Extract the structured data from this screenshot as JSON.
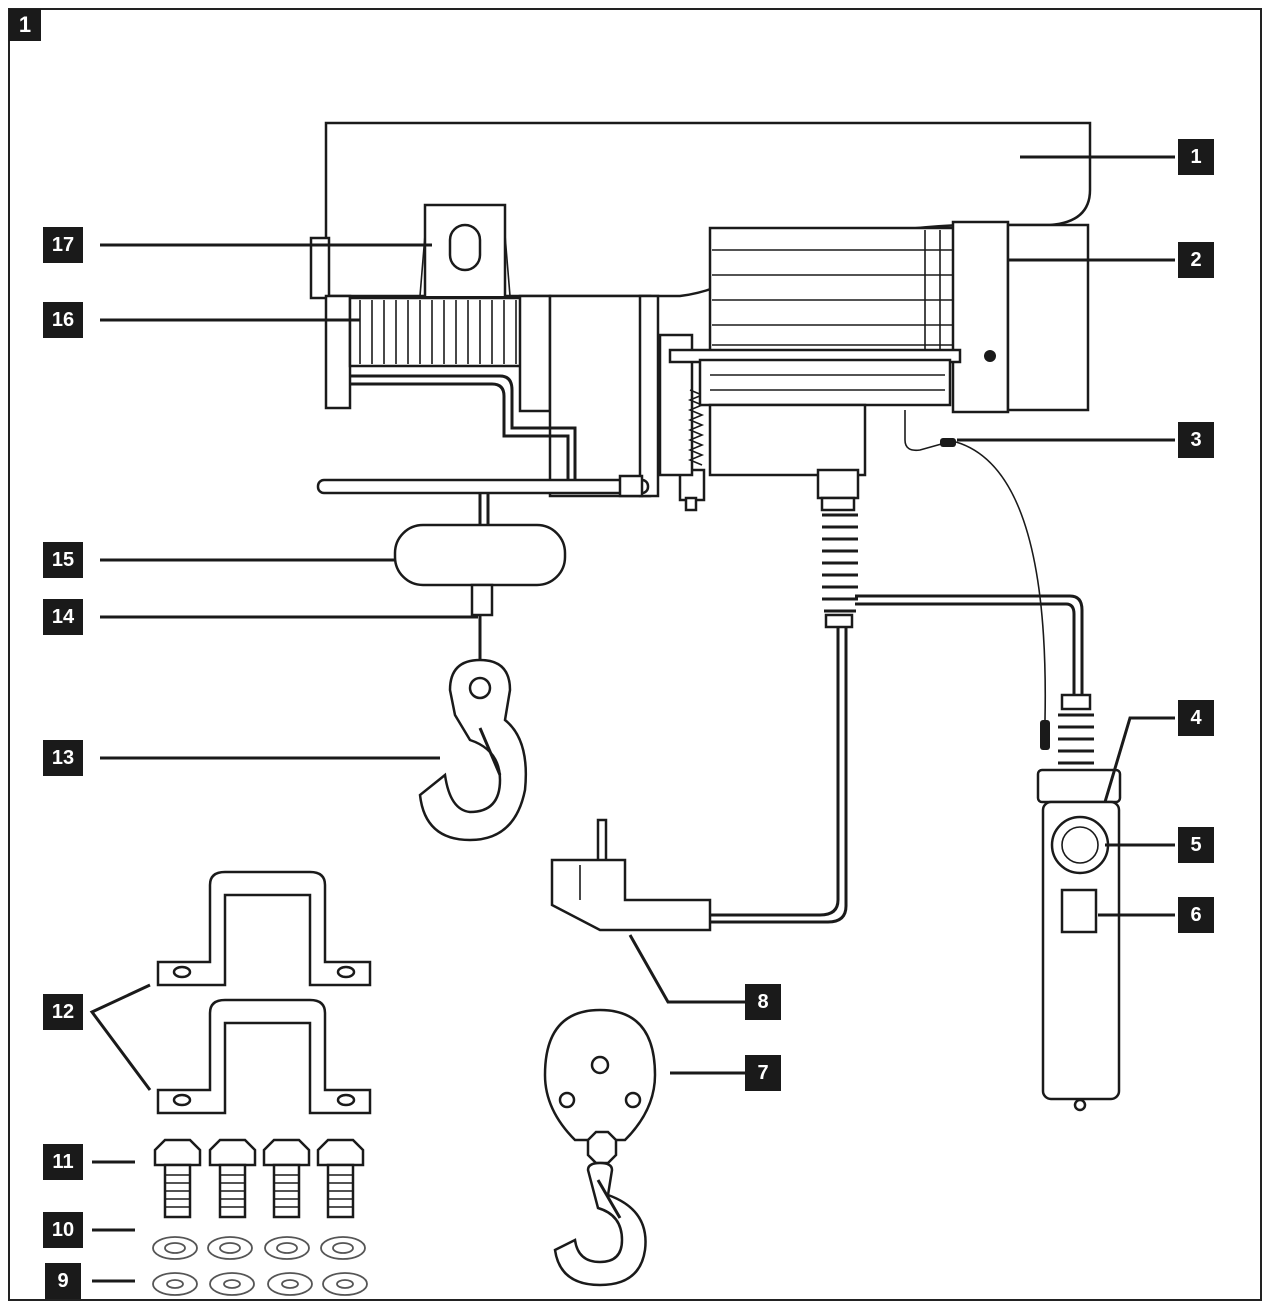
{
  "figure_label": "1",
  "callouts": [
    "1",
    "2",
    "3",
    "4",
    "5",
    "6",
    "7",
    "8",
    "9",
    "10",
    "11",
    "12",
    "13",
    "14",
    "15",
    "16",
    "17"
  ],
  "colors": {
    "ink": "#1a1a1a",
    "paper": "#ffffff"
  }
}
